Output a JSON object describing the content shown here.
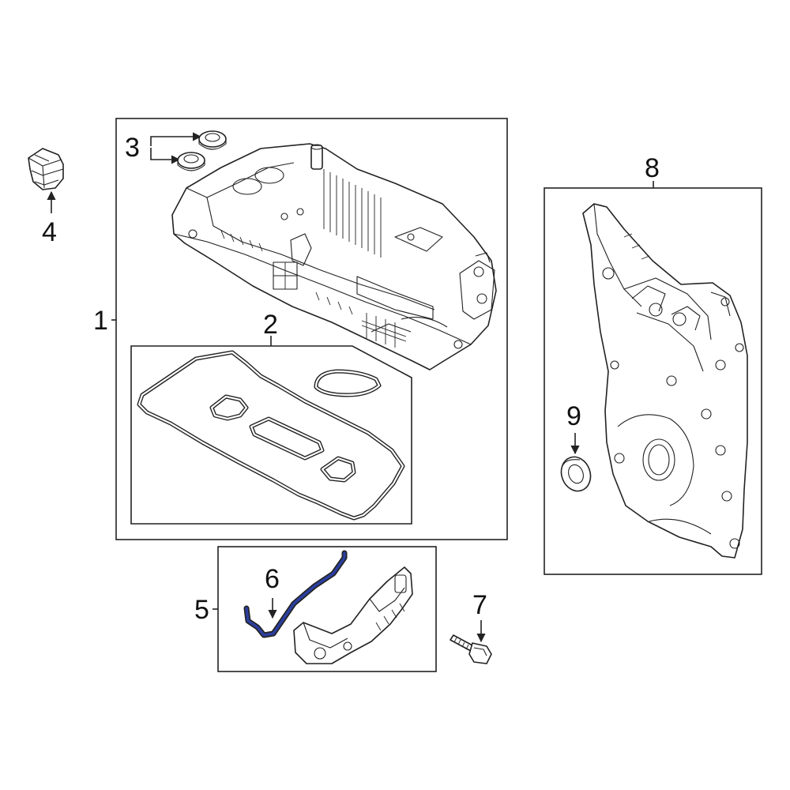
{
  "callouts": [
    {
      "id": "1",
      "label": "1"
    },
    {
      "id": "2",
      "label": "2"
    },
    {
      "id": "3",
      "label": "3"
    },
    {
      "id": "4",
      "label": "4"
    },
    {
      "id": "5",
      "label": "5"
    },
    {
      "id": "6",
      "label": "6"
    },
    {
      "id": "7",
      "label": "7"
    },
    {
      "id": "8",
      "label": "8"
    },
    {
      "id": "9",
      "label": "9"
    }
  ],
  "colors": {
    "line": "#222222",
    "highlight_part": "#2b3f9e",
    "background": "#ffffff"
  }
}
